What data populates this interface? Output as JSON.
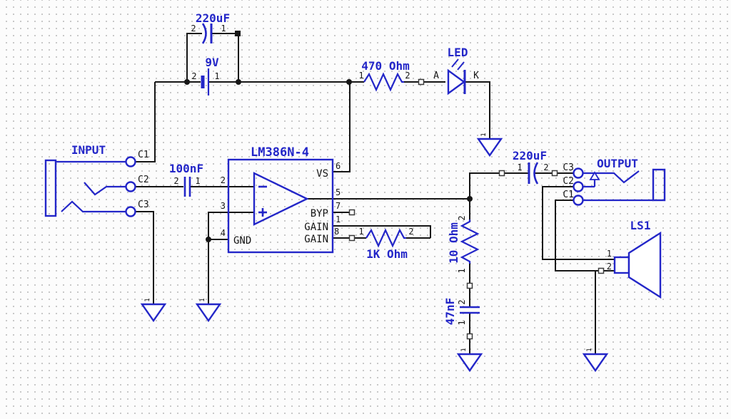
{
  "colors": {
    "component_blue": "#2326c8",
    "wire_black": "#161616"
  },
  "supply": {
    "cap_value": "220uF",
    "cap_pin_neg": "2",
    "cap_pin_pos": "1",
    "battery_value": "9V",
    "battery_pin_neg": "2",
    "battery_pin_pos": "1"
  },
  "led_branch": {
    "resistor_value": "470 Ohm",
    "resistor_pin1": "1",
    "resistor_pin2": "2",
    "led_label": "LED",
    "anode_label": "A",
    "cathode_label": "K",
    "gnd_pin": "1"
  },
  "input_jack": {
    "label": "INPUT",
    "pin_c1": "C1",
    "pin_c2": "C2",
    "pin_c3": "C3",
    "gnd_pin": "1"
  },
  "input_cap": {
    "value": "100nF",
    "pin2": "2",
    "pin1": "1"
  },
  "ic": {
    "name": "LM386N-4",
    "pin_numbers": {
      "p1": "1",
      "p2": "2",
      "p3": "3",
      "p4": "4",
      "p5": "5",
      "p6": "6",
      "p7": "7",
      "p8": "8"
    },
    "pin_names": {
      "vs": "VS",
      "byp": "BYP",
      "gain_top": "GAIN",
      "gain_bottom": "GAIN",
      "gnd": "GND"
    },
    "gnd_pin": "1"
  },
  "gain_resistor": {
    "value": "1K Ohm",
    "pin1": "1",
    "pin2": "2"
  },
  "output_filter": {
    "resistor_value": "10 Ohm",
    "resistor_pin2": "2",
    "resistor_pin1": "1",
    "cap_value": "47nF",
    "cap_pin2": "2",
    "cap_pin1": "1",
    "gnd_pin": "1"
  },
  "output_cap": {
    "value": "220uF",
    "pin1": "1",
    "pin2": "2"
  },
  "output_jack": {
    "label": "OUTPUT",
    "pin_c3": "C3",
    "pin_c2": "C2",
    "pin_c1": "C1",
    "gnd_pin": "1"
  },
  "speaker": {
    "label": "LS1",
    "pin1": "1",
    "pin2": "2"
  }
}
